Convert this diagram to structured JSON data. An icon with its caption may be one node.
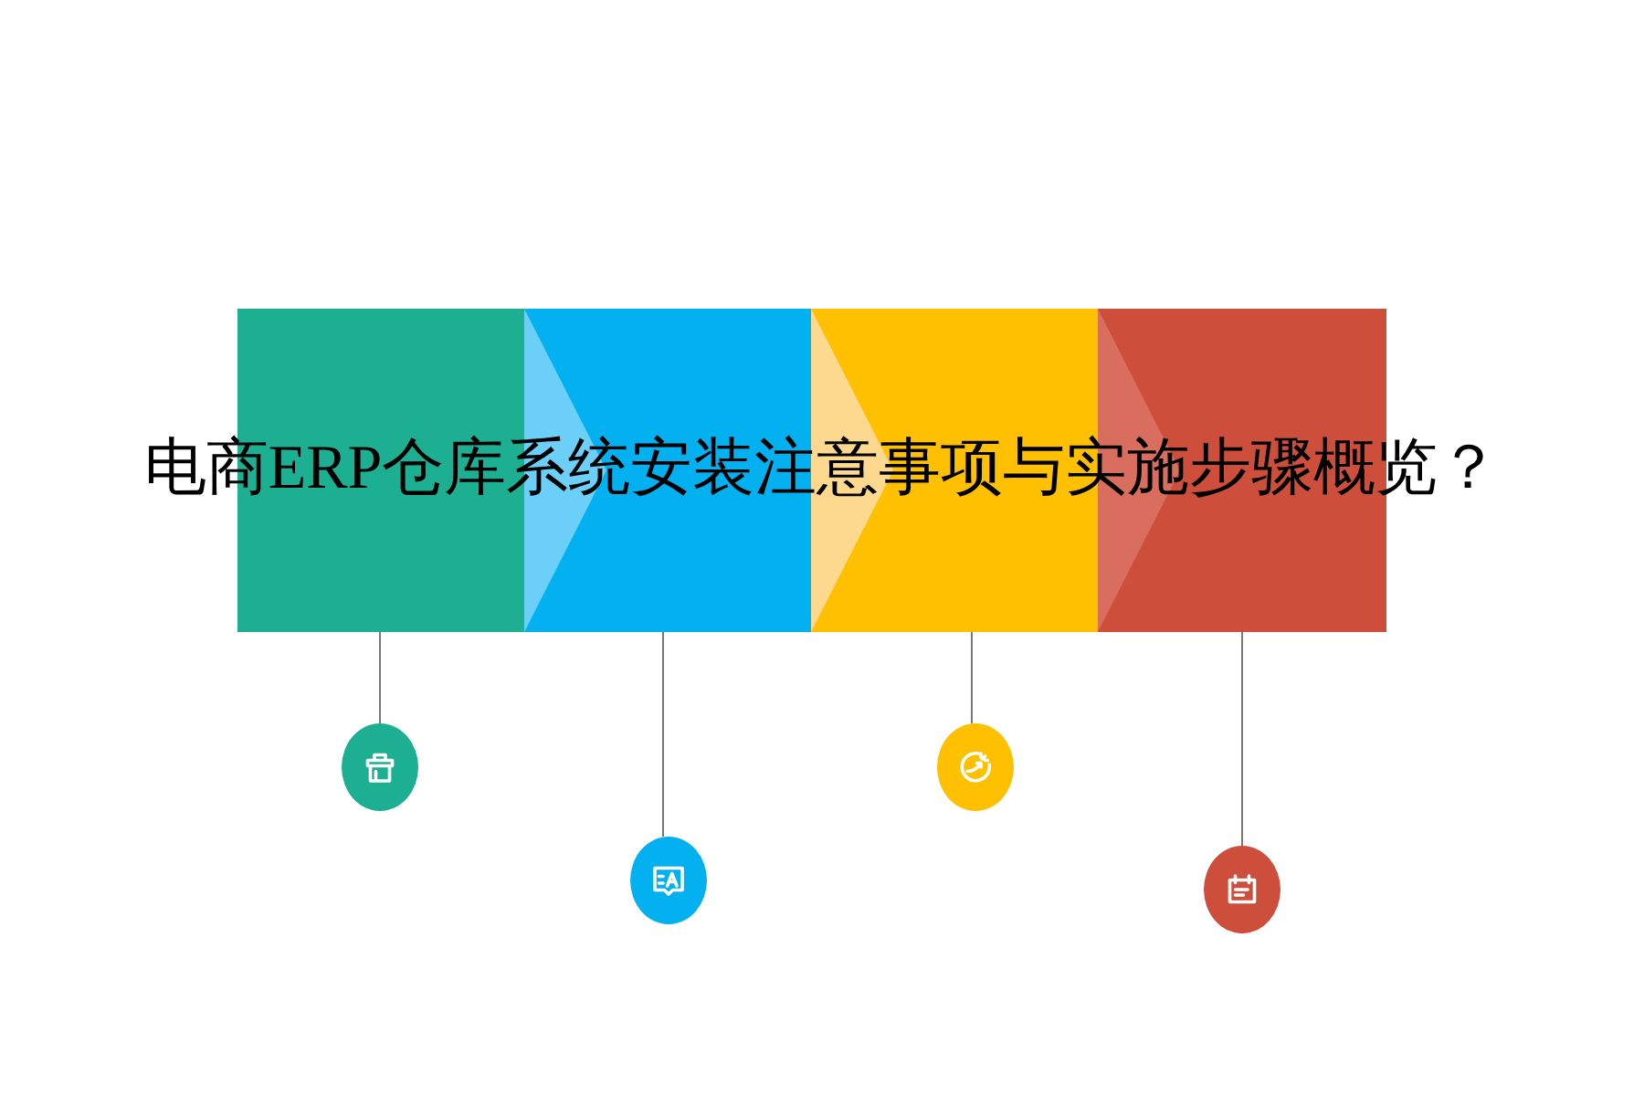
{
  "diagram": {
    "title": "电商ERP仓库系统安装注意事项与实施步骤概览？",
    "nodes": [
      {
        "text": [],
        "shape": "box"
      },
      {
        "text": [],
        "shape": "box"
      },
      {
        "text": [],
        "shape": "box"
      },
      {
        "text": [],
        "shape": "box"
      },
      {
        "text": [],
        "shape": "circle"
      },
      {
        "text": [],
        "shape": "circle"
      },
      {
        "text": [],
        "shape": "circle"
      },
      {
        "text": [],
        "shape": "circle"
      }
    ],
    "edges": [
      {
        "from": 0,
        "to": 4,
        "arrow": "none"
      },
      {
        "from": 1,
        "to": 5,
        "arrow": "none"
      },
      {
        "from": 2,
        "to": 6,
        "arrow": "none"
      },
      {
        "from": 3,
        "to": 7,
        "arrow": "none"
      }
    ]
  }
}
